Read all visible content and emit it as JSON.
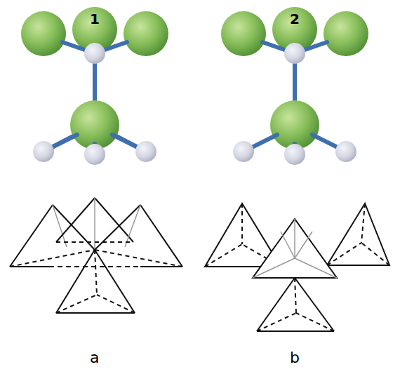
{
  "diagram": {
    "nodes": [
      {
        "text": [
          "1"
        ]
      },
      {
        "text": [
          "2"
        ]
      }
    ],
    "labels": [
      "a",
      "b"
    ]
  }
}
